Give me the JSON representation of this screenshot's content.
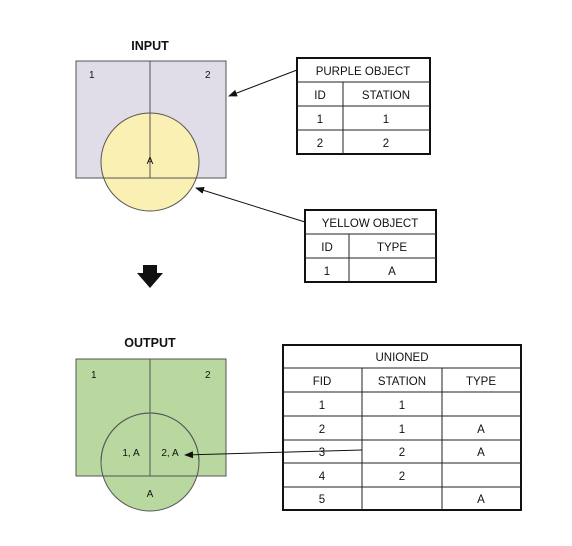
{
  "input": {
    "heading": "INPUT",
    "polygon_labels": [
      "1",
      "2"
    ],
    "circle_label": "A",
    "colors": {
      "purple": "#e0dce8",
      "yellow": "#faf0b4"
    }
  },
  "output": {
    "heading": "OUTPUT",
    "polygon_labels": [
      "1",
      "2"
    ],
    "circle_labels": [
      "1, A",
      "2, A"
    ],
    "bottom_label": "A",
    "colors": {
      "green": "#b8d8a0"
    }
  },
  "purple_table": {
    "title": "PURPLE OBJECT",
    "headers": [
      "ID",
      "STATION"
    ],
    "rows": [
      [
        "1",
        "1"
      ],
      [
        "2",
        "2"
      ]
    ]
  },
  "yellow_table": {
    "title": "YELLOW OBJECT",
    "headers": [
      "ID",
      "TYPE"
    ],
    "rows": [
      [
        "1",
        "A"
      ]
    ]
  },
  "unioned_table": {
    "title": "UNIONED",
    "headers": [
      "FID",
      "STATION",
      "TYPE"
    ],
    "rows": [
      [
        "1",
        "1",
        ""
      ],
      [
        "2",
        "1",
        "A"
      ],
      [
        "3",
        "2",
        "A"
      ],
      [
        "4",
        "2",
        ""
      ],
      [
        "5",
        "",
        "A"
      ]
    ]
  }
}
